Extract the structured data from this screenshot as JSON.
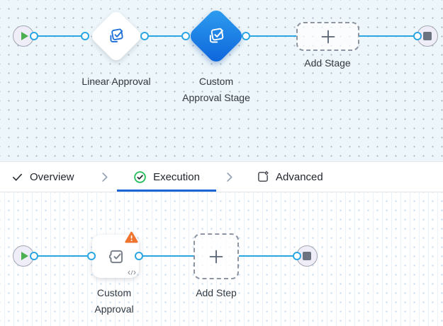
{
  "colors": {
    "wire_blue": "#2aa6e2",
    "active_tab_blue": "#1a66d4",
    "stage_gradient_start": "#2f9ff0",
    "stage_gradient_end": "#0c63da",
    "success_green": "#2abf5e",
    "play_green": "#4caf50",
    "warning_orange": "#f0742f",
    "canvas_top_bg": "#edf6fa"
  },
  "stage_canvas": {
    "linear_stage_label": "Linear Approval",
    "custom_stage_label": "Custom Approval Stage",
    "add_stage_label": "Add Stage",
    "icons": [
      "play-icon",
      "approval-stage-icon",
      "plus-icon",
      "stop-icon"
    ]
  },
  "tab_bar": {
    "tabs": [
      {
        "label": "Overview",
        "icon": "check-icon",
        "active": false
      },
      {
        "label": "Execution",
        "icon": "check-circle-icon",
        "active": true
      },
      {
        "label": "Advanced",
        "icon": "container-gear-icon",
        "active": false
      }
    ]
  },
  "step_canvas": {
    "custom_step_label": "Custom Approval",
    "add_step_label": "Add Step",
    "warning_badge": "!",
    "code_indicator": "</>",
    "icons": [
      "play-icon",
      "puzzle-check-icon",
      "warning-icon",
      "code-icon",
      "plus-icon",
      "stop-icon"
    ]
  }
}
